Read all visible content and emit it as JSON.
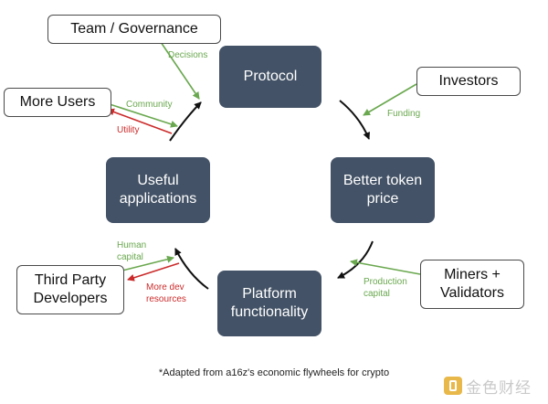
{
  "nodes": {
    "protocol": "Protocol",
    "better_token_price": "Better token\nprice",
    "platform_functionality": "Platform\nfunctionality",
    "useful_applications": "Useful\napplications"
  },
  "external": {
    "team_governance": "Team / Governance",
    "investors": "Investors",
    "more_users": "More Users",
    "third_party_developers": "Third Party\nDevelopers",
    "miners_validators": "Miners +\nValidators"
  },
  "labels": {
    "decisions": "Decisions",
    "funding": "Funding",
    "community": "Community",
    "utility": "Utility",
    "human_capital": "Human\ncapital",
    "more_dev_resources": "More dev\nresources",
    "production_capital": "Production\ncapital"
  },
  "colors": {
    "node_fill": "#435266",
    "input_arrow": "#6aa84f",
    "output_arrow": "#cc2b2b",
    "cycle_arrow": "#111111"
  },
  "caption": "*Adapted from a16z's economic flywheels for crypto",
  "watermark": "金色财经"
}
